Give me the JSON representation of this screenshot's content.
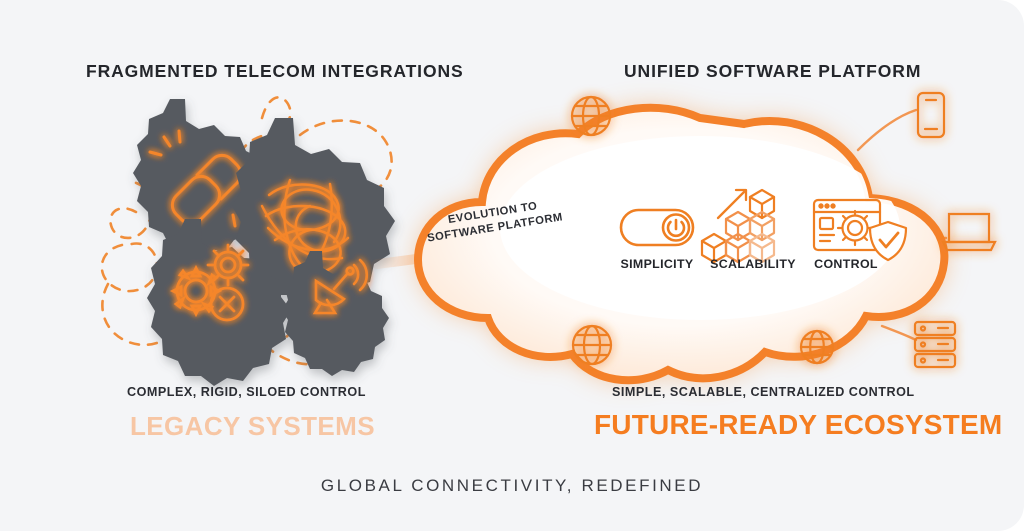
{
  "canvas": {
    "background": "#f4f5f7",
    "accent": "#f57d20",
    "accent_soft": "#f7c6a4",
    "blob_color": "#575a60"
  },
  "headers": {
    "left": "FRAGMENTED TELECOM INTEGRATIONS",
    "right": "UNIFIED SOFTWARE PLATFORM"
  },
  "arrow": {
    "label_line1": "EVOLUTION TO",
    "label_line2": "SOFTWARE PLATFORM",
    "icon": "curved-arrow-right-icon"
  },
  "left_side": {
    "blobs": [
      {
        "icon": "broken-chain-link-icon",
        "name": "blob-broken-link"
      },
      {
        "icon": "tangled-scribble-icon",
        "name": "blob-tangled-network"
      },
      {
        "icon": "gears-error-icon",
        "name": "blob-gears-error"
      },
      {
        "icon": "satellite-dish-icon",
        "name": "blob-satellite-dish"
      }
    ],
    "caption": "COMPLEX, RIGID, SILOED CONTROL",
    "title": "LEGACY SYSTEMS"
  },
  "right_side": {
    "pillars": [
      {
        "label": "SIMPLICITY",
        "icon": "power-toggle-icon"
      },
      {
        "label": "SCALABILITY",
        "icon": "stacked-cubes-growth-icon"
      },
      {
        "label": "CONTROL",
        "icon": "dashboard-gear-shield-icon"
      }
    ],
    "nodes": [
      {
        "icon": "globe-icon",
        "name": "node-globe-top-left"
      },
      {
        "icon": "smartphone-icon",
        "name": "node-smartphone-top-right"
      },
      {
        "icon": "laptop-icon",
        "name": "node-laptop-right"
      },
      {
        "icon": "server-rack-icon",
        "name": "node-server-bottom-right"
      },
      {
        "icon": "globe-icon",
        "name": "node-globe-bottom-left"
      },
      {
        "icon": "globe-icon",
        "name": "node-globe-bottom-center"
      }
    ],
    "caption": "SIMPLE, SCALABLE, CENTRALIZED CONTROL",
    "title": "FUTURE-READY ECOSYSTEM"
  },
  "footer": "GLOBAL CONNECTIVITY, REDEFINED"
}
